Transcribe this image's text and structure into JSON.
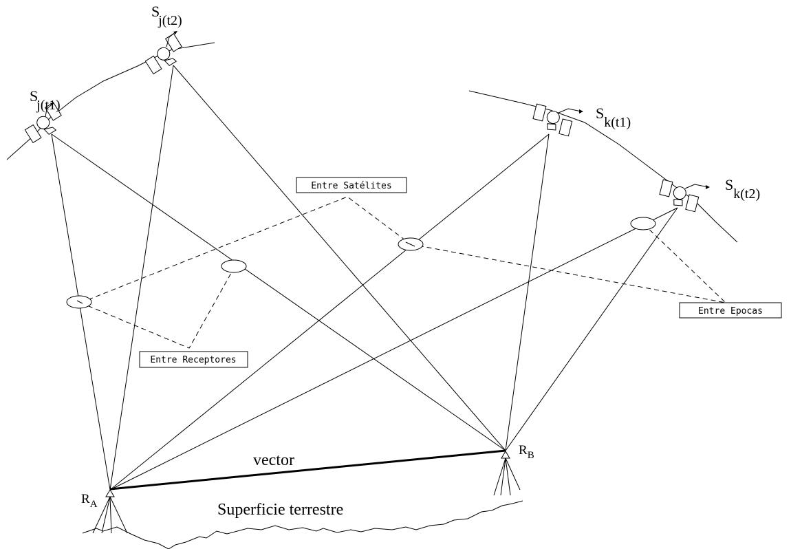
{
  "labels": {
    "sat_j_t1": {
      "main": "S",
      "sub": "j(t1)"
    },
    "sat_j_t2": {
      "main": "S",
      "sub": "j(t2)"
    },
    "sat_k_t1": {
      "main": "S",
      "sub": "k(t1)"
    },
    "sat_k_t2": {
      "main": "S",
      "sub": "k(t2)"
    },
    "receiver_a": {
      "main": "R",
      "sub": "A"
    },
    "receiver_b": {
      "main": "R",
      "sub": "B"
    },
    "vector": "vector",
    "surface": "Superficie terrestre"
  },
  "boxes": {
    "entre_satelites": "Entre Satélites",
    "entre_receptores": "Entre Receptores",
    "entre_epocas": "Entre Epocas"
  },
  "colors": {
    "ink": "#000000",
    "background": "#ffffff"
  }
}
